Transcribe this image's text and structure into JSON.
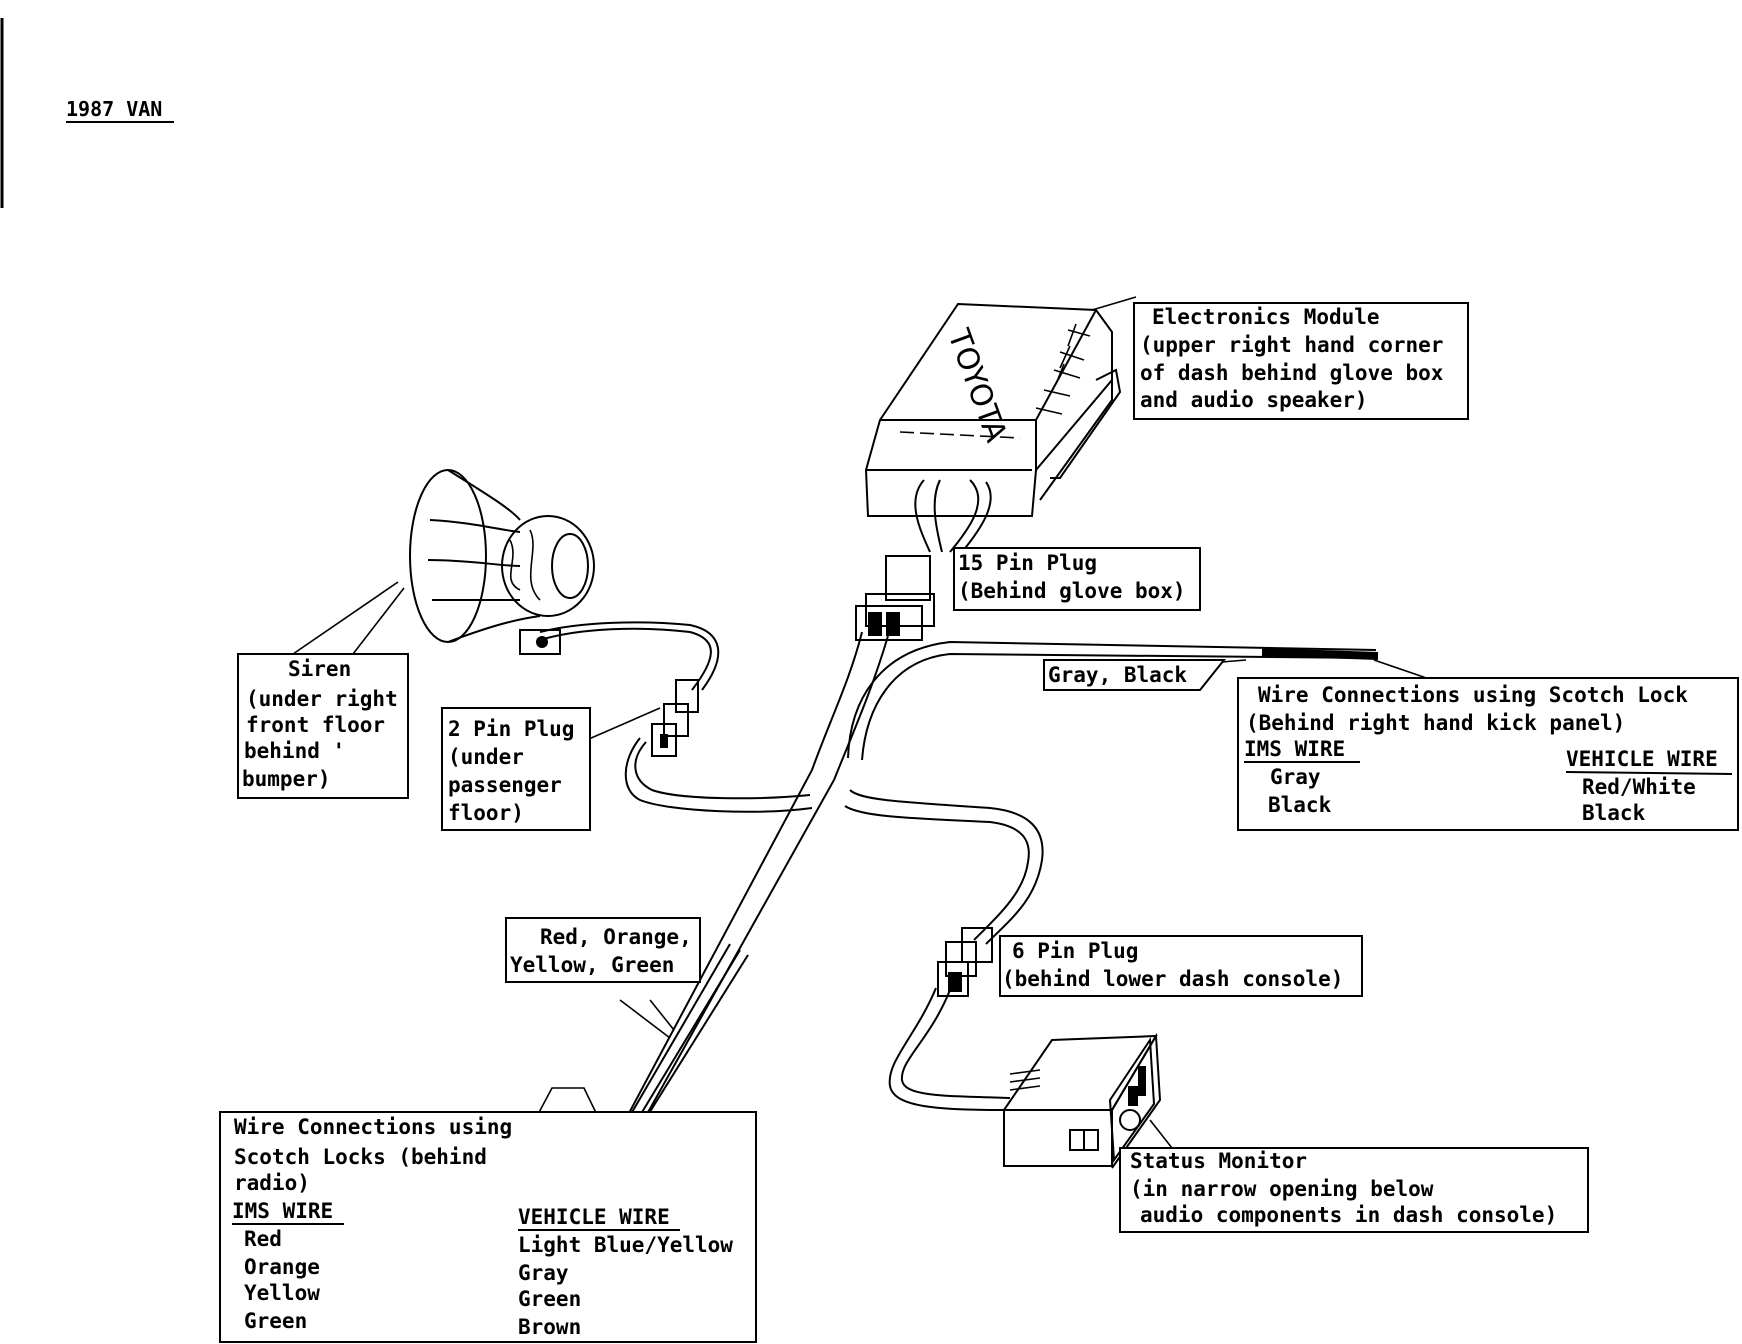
{
  "title": "1987 VAN",
  "module": {
    "brand": "TOYOTA",
    "label": [
      "Electronics Module",
      "(upper right hand corner",
      "of dash behind glove box",
      "and audio speaker)"
    ]
  },
  "plug15": [
    "15 Pin Plug",
    "(Behind glove box)"
  ],
  "siren": [
    "Siren",
    "(under right",
    "front floor",
    "behind  '",
    "bumper)"
  ],
  "plug2": [
    "2 Pin Plug",
    "(under",
    "passenger",
    "floor)"
  ],
  "gray_black": "Gray, Black",
  "kick_panel": {
    "heading": [
      "Wire Connections using Scotch Lock",
      "(Behind right hand kick panel)"
    ],
    "col_ims": "IMS WIRE",
    "col_vehicle": "VEHICLE WIRE",
    "rows": [
      {
        "ims": "Gray",
        "vehicle": "Red/White"
      },
      {
        "ims": "Black",
        "vehicle": "Black"
      }
    ]
  },
  "roygb": [
    "Red, Orange,",
    "Yellow, Green"
  ],
  "plug6": [
    "6 Pin Plug",
    "(behind lower dash console)"
  ],
  "radio": {
    "heading": [
      "Wire Connections using",
      "Scotch Locks (behind",
      "radio)"
    ],
    "col_ims": "IMS WIRE",
    "col_vehicle": "VEHICLE WIRE",
    "rows": [
      {
        "ims": "Red",
        "vehicle": "Light Blue/Yellow"
      },
      {
        "ims": "Orange",
        "vehicle": "Gray"
      },
      {
        "ims": "Yellow",
        "vehicle": "Green"
      },
      {
        "ims": "Green",
        "vehicle": "Brown"
      }
    ]
  },
  "status_monitor": [
    "Status Monitor",
    "(in narrow opening below",
    "audio components in dash console)"
  ]
}
